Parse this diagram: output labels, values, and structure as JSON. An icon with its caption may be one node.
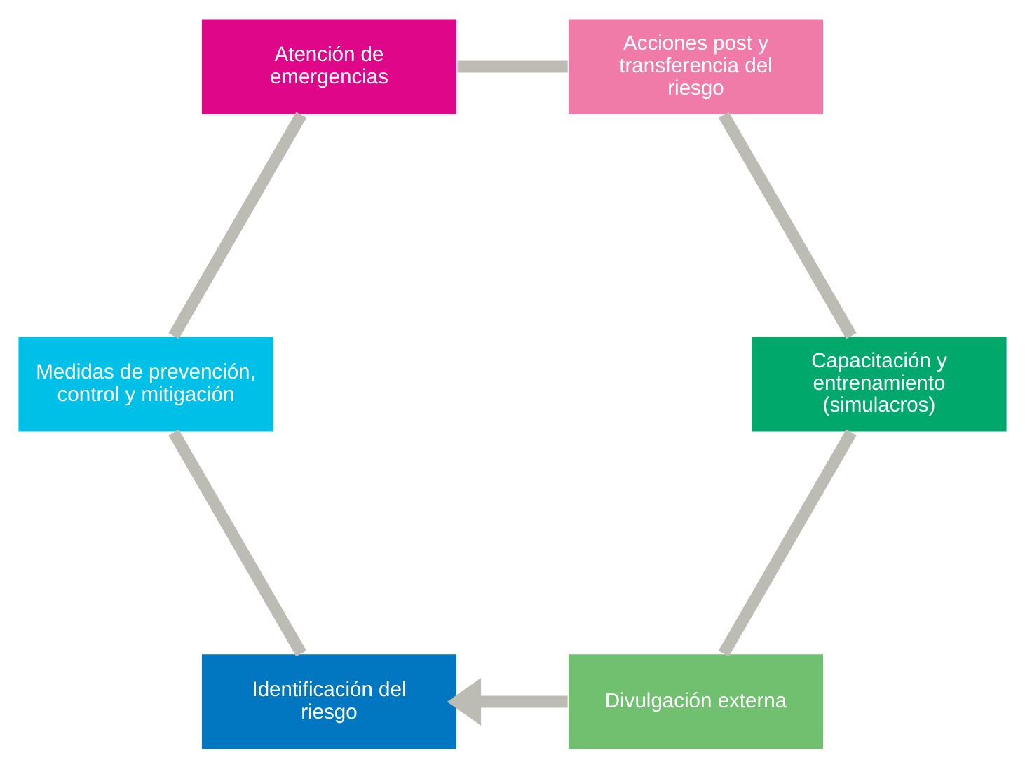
{
  "diagram": {
    "nodes": [
      {
        "text": [
          "Identificación del riesgo"
        ]
      },
      {
        "text": [
          "Medidas de prevención, control y mitigación"
        ]
      },
      {
        "text": [
          "Atención de emergencias"
        ]
      },
      {
        "text": [
          "Acciones post y transferencia del riesgo"
        ]
      },
      {
        "text": [
          "Capacitación y entrenamiento (simulacros)"
        ]
      },
      {
        "text": [
          "Divulgación externa"
        ]
      }
    ],
    "edges": [
      {
        "from": 0,
        "to": 1,
        "arrow": "none"
      },
      {
        "from": 1,
        "to": 2,
        "arrow": "none"
      },
      {
        "from": 2,
        "to": 3,
        "arrow": "none"
      },
      {
        "from": 3,
        "to": 4,
        "arrow": "none"
      },
      {
        "from": 4,
        "to": 5,
        "arrow": "none"
      },
      {
        "from": 5,
        "to": 0,
        "arrow": "to"
      }
    ]
  }
}
